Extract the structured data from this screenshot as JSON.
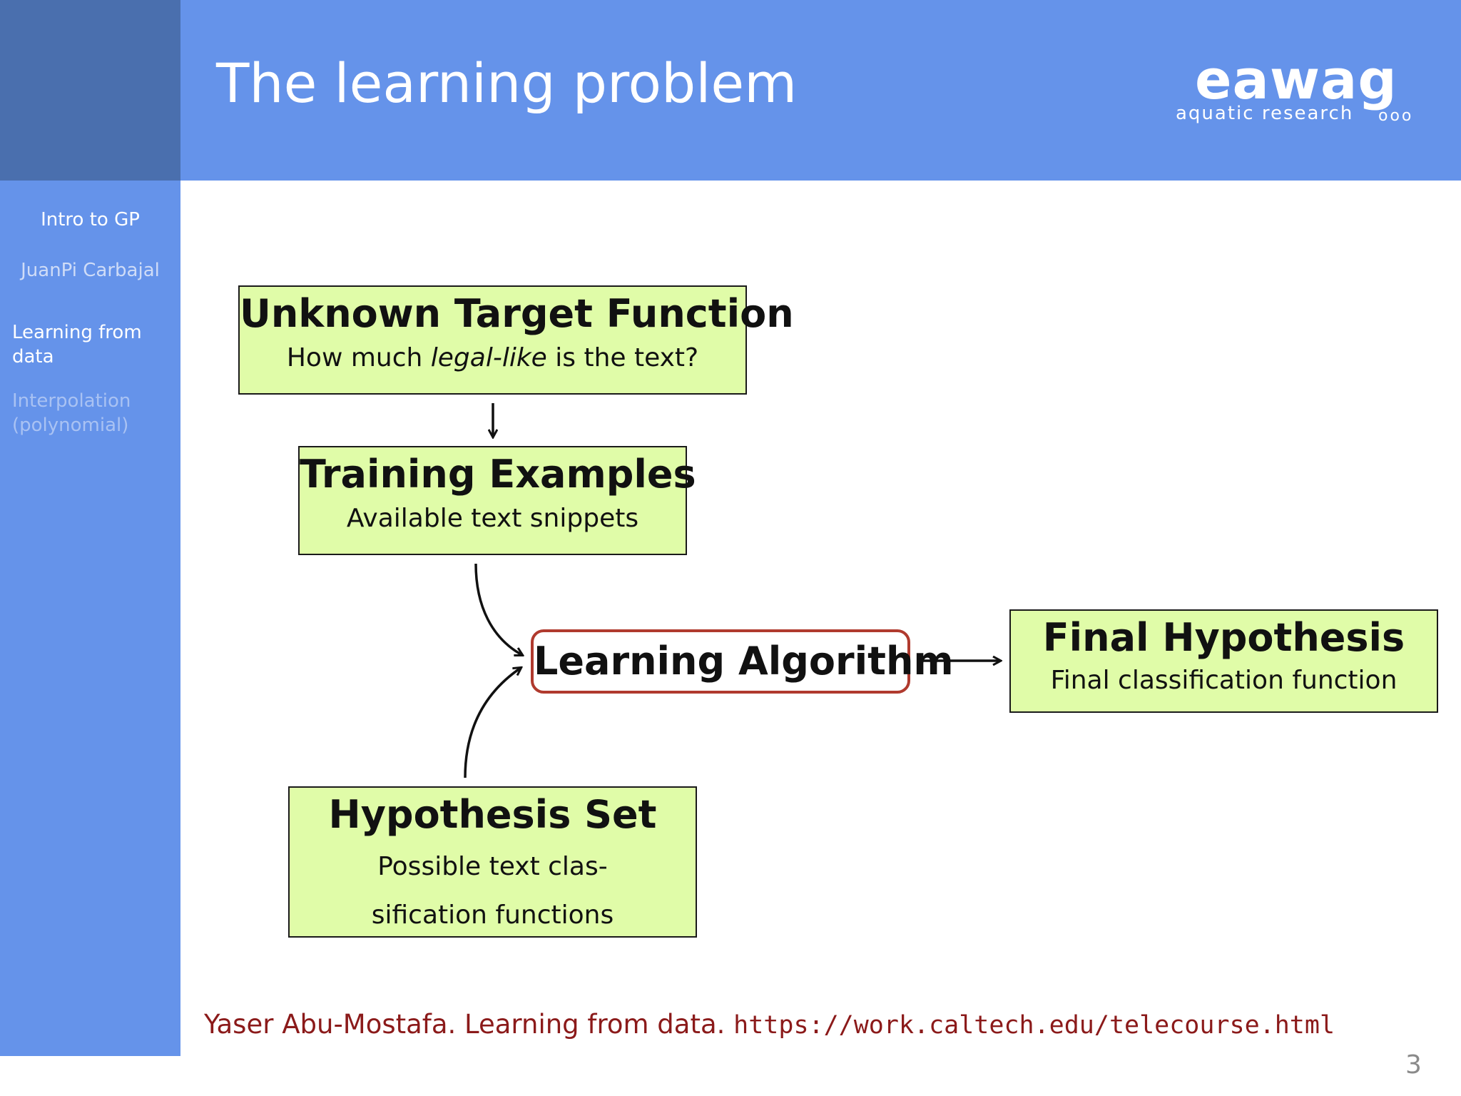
{
  "slide": {
    "title": "The learning problem",
    "page_number": "3"
  },
  "logo": {
    "word": "eawag",
    "subtitle": "aquatic research",
    "dots": "ooo"
  },
  "sidebar": {
    "talk_title": "Intro to GP",
    "author": "JuanPi Carbajal",
    "sections": [
      {
        "label": "Learning from data",
        "active": true
      },
      {
        "label": "Interpolation (polynomial)",
        "active": false
      }
    ]
  },
  "diagram": {
    "target": {
      "title": "Unknown Target Function",
      "sub_before": "How much ",
      "sub_emph": "legal-like",
      "sub_after": " is the text?"
    },
    "training": {
      "title": "Training Examples",
      "sub": "Available text snippets"
    },
    "algorithm": {
      "title": "Learning Algorithm"
    },
    "final": {
      "title": "Final Hypothesis",
      "sub": "Final classification function"
    },
    "hypothesis_set": {
      "title": "Hypothesis Set",
      "sub_line1": "Possible text clas-",
      "sub_line2": "sification functions"
    }
  },
  "reference": {
    "text": "Yaser Abu-Mostafa. Learning from data. ",
    "url": "https://work.caltech.edu/telecourse.html"
  },
  "colors": {
    "header_blue": "#6593ea",
    "header_dark": "#4a6fae",
    "box_fill": "#e0fca8",
    "algo_border": "#b03a2e",
    "reference_text": "#8b1a1a"
  }
}
